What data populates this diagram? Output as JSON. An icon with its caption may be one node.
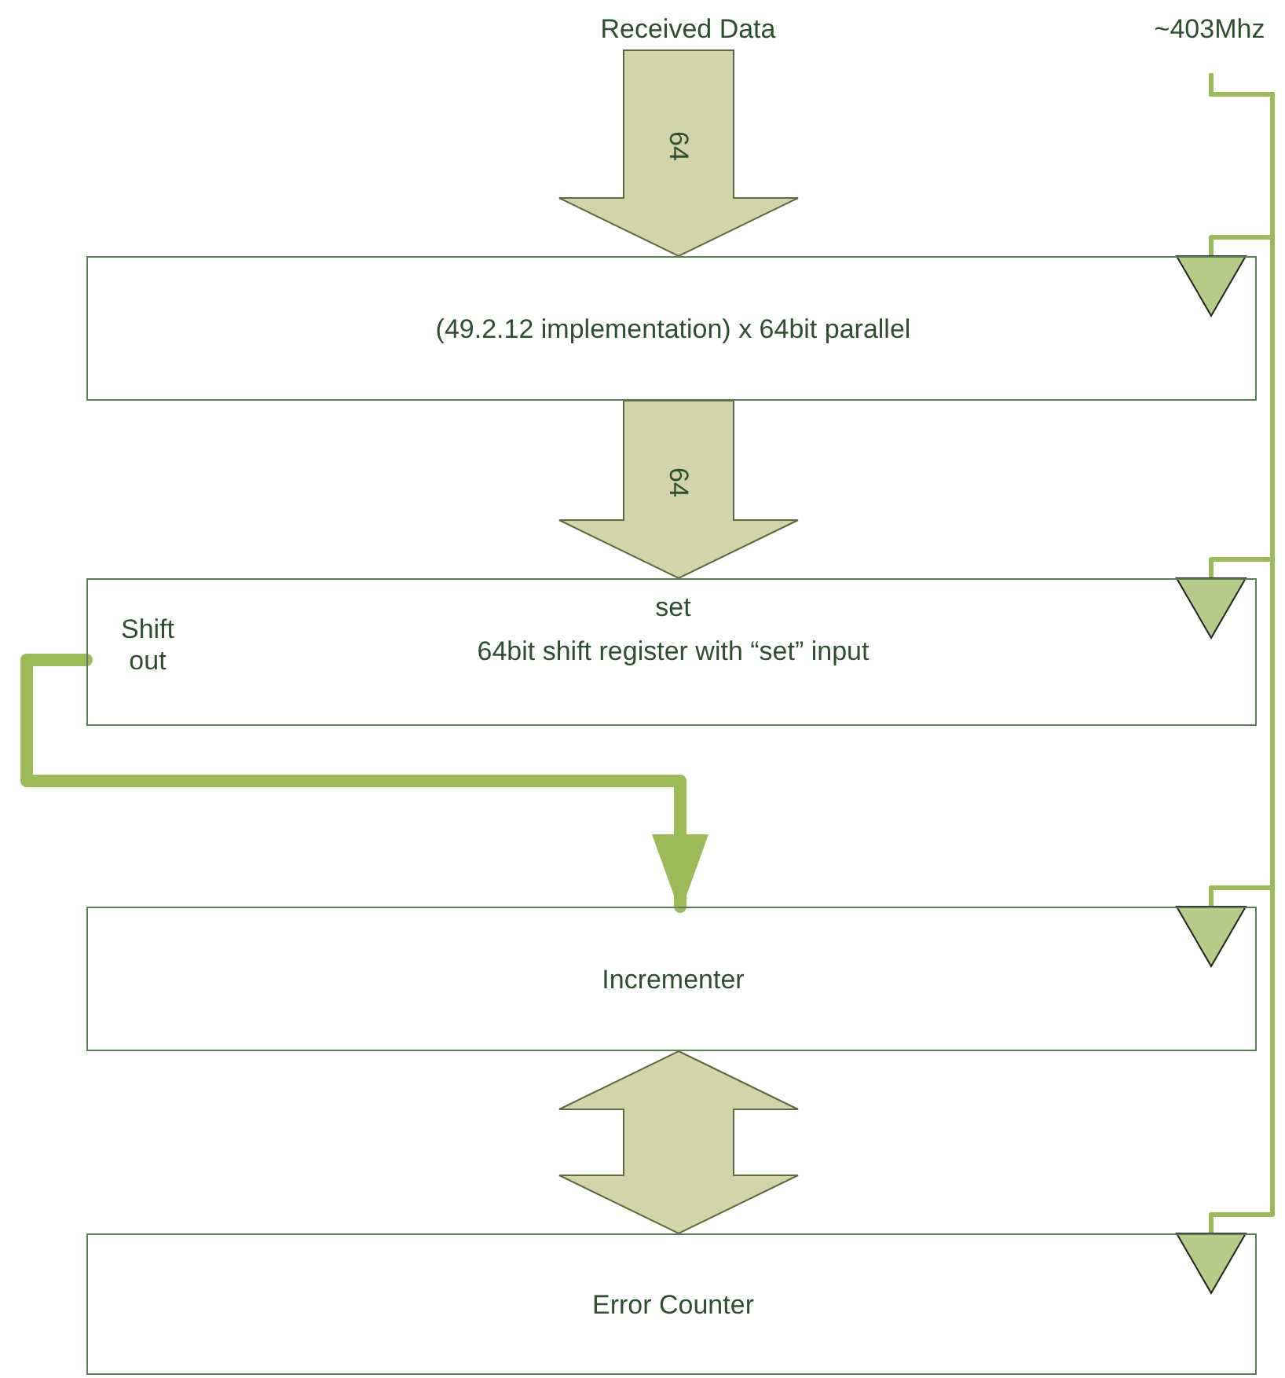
{
  "diagram": {
    "nodes": [
      {
        "text": [
          "Received Data"
        ]
      },
      {
        "text": [
          "(49.2.12 implementation) x 64bit parallel"
        ]
      },
      {
        "text": [
          "set",
          "Shift out",
          "64bit shift register with “set” input"
        ]
      },
      {
        "text": [
          "Incrementer"
        ]
      },
      {
        "text": [
          "Error Counter"
        ]
      },
      {
        "text": [
          "~403Mhz"
        ]
      }
    ],
    "edges": [
      {
        "from": 0,
        "to": 1,
        "arrow": "to",
        "label": "64",
        "style": "thick",
        "color": "#d4d4aa"
      },
      {
        "from": 1,
        "to": 2,
        "arrow": "to",
        "label": "64",
        "style": "thick",
        "color": "#d4d4aa"
      },
      {
        "from": 2,
        "to": 3,
        "arrow": "to",
        "style": "thick"
      },
      {
        "from": 3,
        "to": 4,
        "arrow": "both",
        "style": "thick",
        "color": "#d4d4aa"
      },
      {
        "from": 5,
        "to": 1,
        "arrow": "to"
      },
      {
        "from": 5,
        "to": 2,
        "arrow": "to"
      },
      {
        "from": 5,
        "to": 3,
        "arrow": "to"
      },
      {
        "from": 5,
        "to": 4,
        "arrow": "to"
      }
    ]
  }
}
